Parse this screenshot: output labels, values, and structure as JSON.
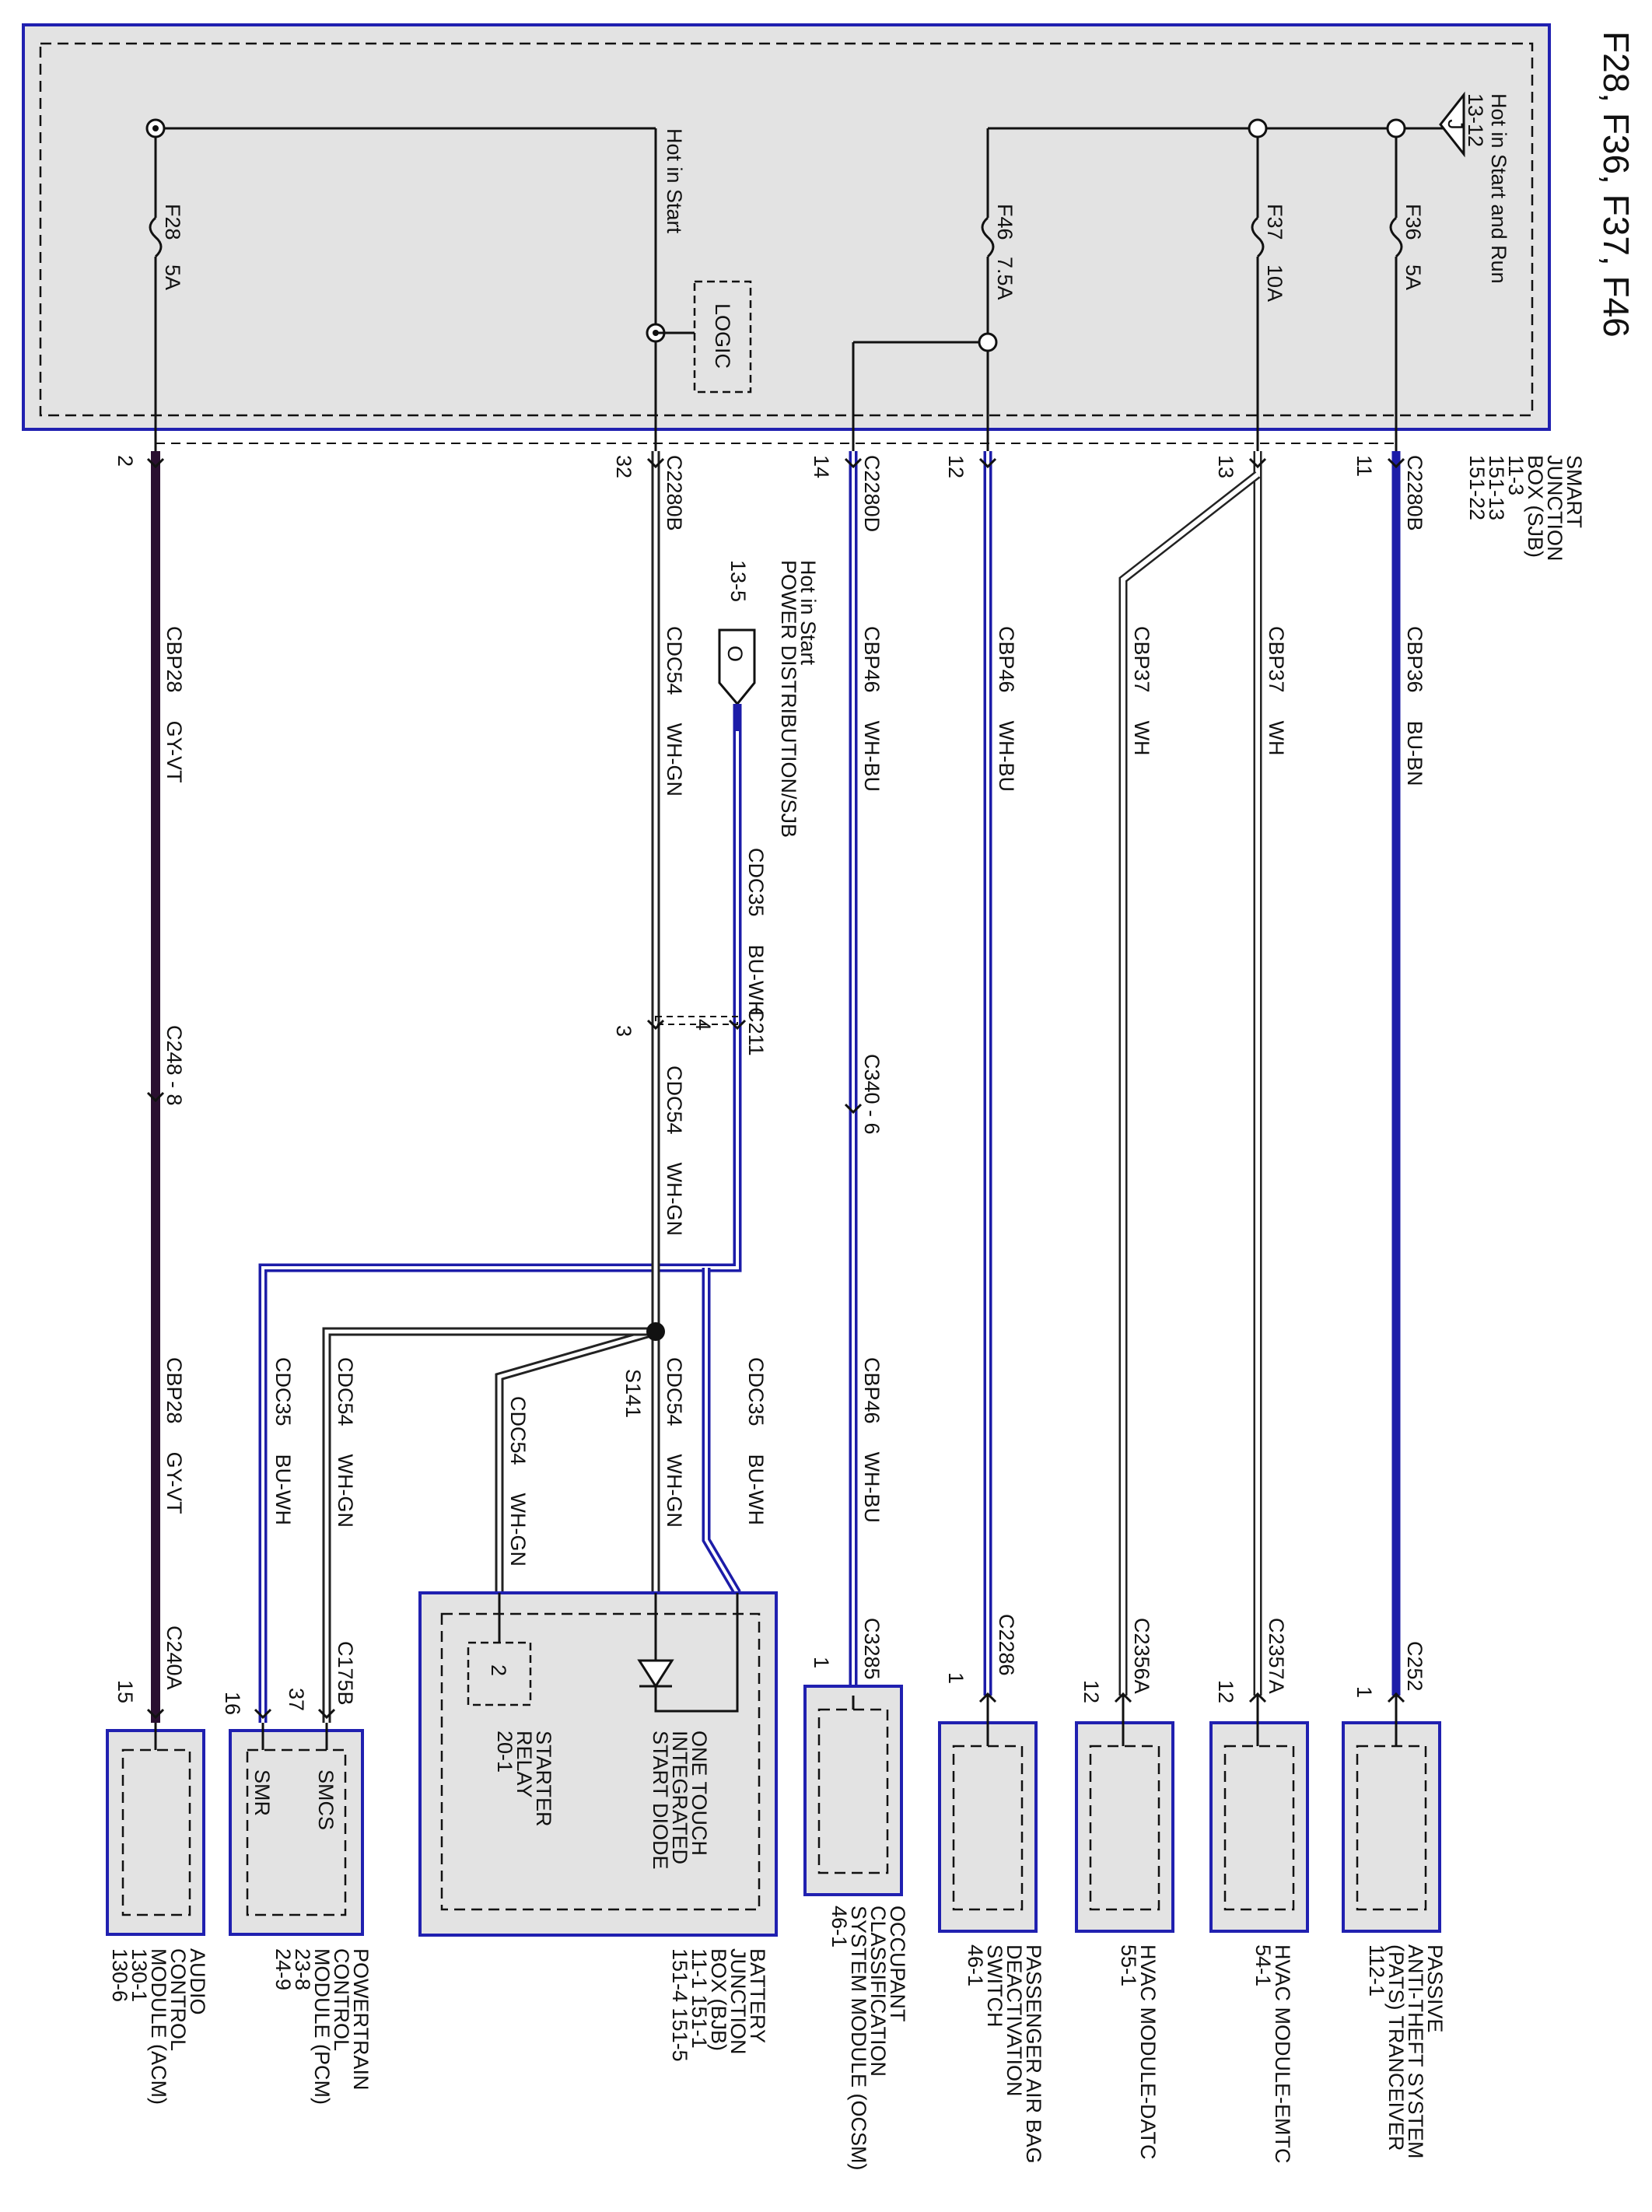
{
  "title": "F28, F36, F37, F46",
  "colors": {
    "panel_fill": "#e3e3e3",
    "panel_border": "#2020b0",
    "wire_blue": "#1c1ca8",
    "wire_violet": "#2a0f30",
    "wire_white_outline": "#222222"
  },
  "sjb": {
    "label": [
      "SMART",
      "JUNCTION",
      "BOX (SJB)",
      "11-3",
      "151-13",
      "151-22"
    ],
    "hot_start_run": [
      "Hot in Start and Run",
      "13-12"
    ],
    "hot_start": "Hot in Start",
    "logic": "LOGIC",
    "fuses": [
      {
        "id": "F36",
        "rating": "5A"
      },
      {
        "id": "F37",
        "rating": "10A"
      },
      {
        "id": "F46",
        "rating": "7.5A"
      },
      {
        "id": "F28",
        "rating": "5A"
      }
    ]
  },
  "pdist": {
    "label": [
      "Hot in Start",
      "POWER DISTRIBUTION/SJB",
      "13-5"
    ],
    "connector": "O"
  },
  "connectors": [
    {
      "name": "C2280B",
      "pin": "11"
    },
    {
      "name": "",
      "pin": "13"
    },
    {
      "name": "",
      "pin": "12"
    },
    {
      "name": "C2280D",
      "pin": "14"
    },
    {
      "name": "C2280B",
      "pin": "32"
    },
    {
      "name": "",
      "pin": "2"
    },
    {
      "name": "C211",
      "pin": "4"
    },
    {
      "name": "",
      "pin": "3"
    },
    {
      "name": "C340 - 6",
      "pin": ""
    },
    {
      "name": "C248 - 8",
      "pin": ""
    },
    {
      "name": "C252",
      "pin": "1"
    },
    {
      "name": "C2357A",
      "pin": "12"
    },
    {
      "name": "C2356A",
      "pin": "12"
    },
    {
      "name": "C2286",
      "pin": "1"
    },
    {
      "name": "C3285",
      "pin": "1"
    },
    {
      "name": "C175B",
      "pin": "37"
    },
    {
      "name": "",
      "pin": "16"
    },
    {
      "name": "C240A",
      "pin": "15"
    }
  ],
  "splice": "S141",
  "wires": [
    {
      "circuit": "CBP36",
      "color": "BU-BN"
    },
    {
      "circuit": "CBP37",
      "color": "WH"
    },
    {
      "circuit": "CBP37",
      "color": "WH"
    },
    {
      "circuit": "CBP46",
      "color": "WH-BU"
    },
    {
      "circuit": "CBP46",
      "color": "WH-BU"
    },
    {
      "circuit": "CBP46",
      "color": "WH-BU"
    },
    {
      "circuit": "CDC35",
      "color": "BU-WH"
    },
    {
      "circuit": "CDC54",
      "color": "WH-GN"
    },
    {
      "circuit": "CDC54",
      "color": "WH-GN"
    },
    {
      "circuit": "CDC54",
      "color": "WH-GN"
    },
    {
      "circuit": "CDC35",
      "color": "BU-WH"
    },
    {
      "circuit": "CDC54",
      "color": "WH-GN"
    },
    {
      "circuit": "CDC54",
      "color": "WH-GN"
    },
    {
      "circuit": "CDC35",
      "color": "BU-WH"
    },
    {
      "circuit": "CBP28",
      "color": "GY-VT"
    },
    {
      "circuit": "CBP28",
      "color": "GY-VT"
    }
  ],
  "bjb": {
    "label": [
      "BATTERY",
      "JUNCTION",
      "BOX (BJB)",
      "11-1     151-1",
      "151-4    151-5"
    ],
    "diode": [
      "ONE TOUCH",
      "INTEGRATED",
      "START DIODE"
    ],
    "relay": [
      "STARTER",
      "RELAY",
      "20-1"
    ],
    "relay_pin": "2"
  },
  "modules": [
    {
      "lines": [
        "PASSIVE",
        "ANTI-THEFT SYSTEM",
        "(PATS) TRANCEIVER",
        "112-1"
      ]
    },
    {
      "lines": [
        "HVAC MODULE-EMTC",
        "54-1"
      ]
    },
    {
      "lines": [
        "HVAC MODULE-DATC",
        "55-1"
      ]
    },
    {
      "lines": [
        "PASSENGER AIR BAG",
        "DEACTIVATION",
        "SWITCH",
        "46-1"
      ]
    },
    {
      "lines": [
        "OCCUPANT",
        "CLASSIFICATION",
        "SYSTEM MODULE (OCSM)",
        "46-1"
      ]
    },
    {
      "lines": [
        "POWERTRAIN",
        "CONTROL",
        "MODULE (PCM)",
        "23-8",
        "24-9"
      ]
    },
    {
      "lines": [
        "AUDIO",
        "CONTROL",
        "MODULE (ACM)",
        "130-1",
        "130-6"
      ]
    }
  ],
  "pcm_pins": [
    "SMCS",
    "SMR"
  ]
}
